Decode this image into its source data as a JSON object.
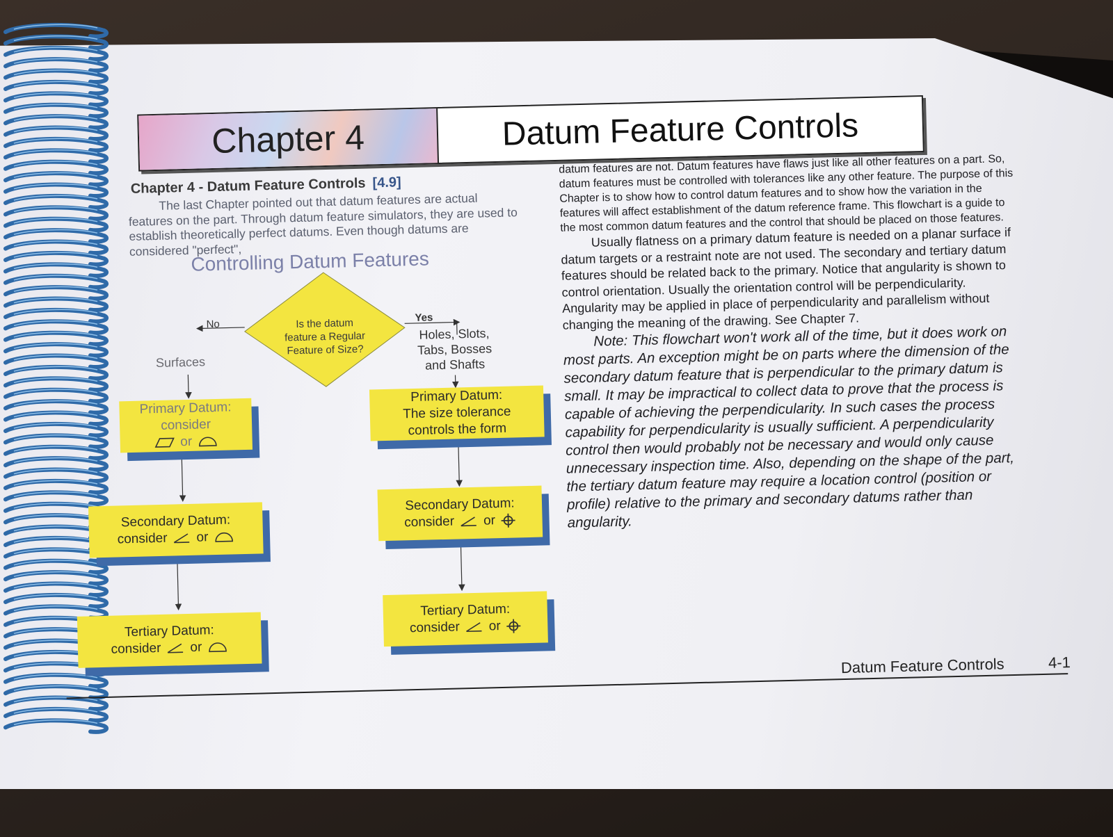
{
  "header": {
    "chapter": "Chapter 4",
    "title": "Datum Feature Controls"
  },
  "lead": {
    "heading": "Chapter 4 - Datum Feature Controls",
    "section_ref": "[4.9]",
    "text": "The last Chapter pointed out that datum features are actual features on the part.  Through datum feature simulators, they are used to establish theoretically perfect datums.  Even though datums are considered \"perfect\","
  },
  "section_title": "Controlling Datum Features",
  "flowchart": {
    "decision_line1": "Is the datum",
    "decision_line2": "feature a Regular",
    "decision_line3": "Feature of Size?",
    "no_label": "No",
    "yes_label": "Yes",
    "no_branch_label": "Surfaces",
    "yes_branch_line1": "Holes, Slots,",
    "yes_branch_line2": "Tabs, Bosses",
    "yes_branch_line3": "and Shafts",
    "left_primary_title": "Primary Datum:",
    "left_primary_line2": "consider",
    "left_primary_or": "or",
    "left_secondary_title": "Secondary Datum:",
    "left_secondary_consider": "consider",
    "left_secondary_or": "or",
    "left_tertiary_title": "Tertiary Datum:",
    "left_tertiary_consider": "consider",
    "left_tertiary_or": "or",
    "right_primary_title": "Primary Datum:",
    "right_primary_line2": "The size tolerance",
    "right_primary_line3": "controls the form",
    "right_secondary_title": "Secondary Datum:",
    "right_secondary_consider": "consider",
    "right_secondary_or": "or",
    "right_tertiary_title": "Tertiary Datum:",
    "right_tertiary_consider": "consider",
    "right_tertiary_or": "or",
    "box_color": "#f3e540",
    "shadow_color": "#3f6aa8",
    "symbols": [
      "flatness-icon",
      "profile-of-surface-icon",
      "angularity-icon",
      "position-icon"
    ]
  },
  "body": {
    "p1": "datum features are not.  Datum features have flaws just like all other features on a part.  So, datum features must be controlled with tolerances like any other feature.  The purpose of this Chapter is to show how to control datum features and to show how the variation in the features will affect establishment of the datum reference frame.  This flowchart is a guide to the most common datum features and the control that should be placed on those features.",
    "p2": "Usually flatness on a primary datum feature is needed on a planar surface if datum targets or a restraint note are not used.  The secondary and tertiary datum features should be related back to the primary.  Notice that angularity is shown to control orientation.  Usually the orientation control will be perpendicularity.  Angularity may be applied in place of perpendicularity and parallelism without changing the meaning of the drawing.  See Chapter 7.",
    "p3_lead": "Note:",
    "p3": "This flowchart won't work all of the time, but it does work on most parts.  An exception might be on parts where the dimension of the secondary datum feature that is perpendicular to the primary datum is small.  It may be impractical to collect data to prove that the process is capable of achieving the perpendicularity.  In such cases the process capability for perpendicularity is usually sufficient.  A perpendicularity control then would probably not be necessary and would only cause unnecessary inspection time.  Also, depending on the shape of the part, the tertiary datum feature may require a location control (position or profile) relative to the primary and secondary datums rather than angularity."
  },
  "footer": {
    "title": "Datum Feature Controls",
    "page_number": "4-1"
  }
}
